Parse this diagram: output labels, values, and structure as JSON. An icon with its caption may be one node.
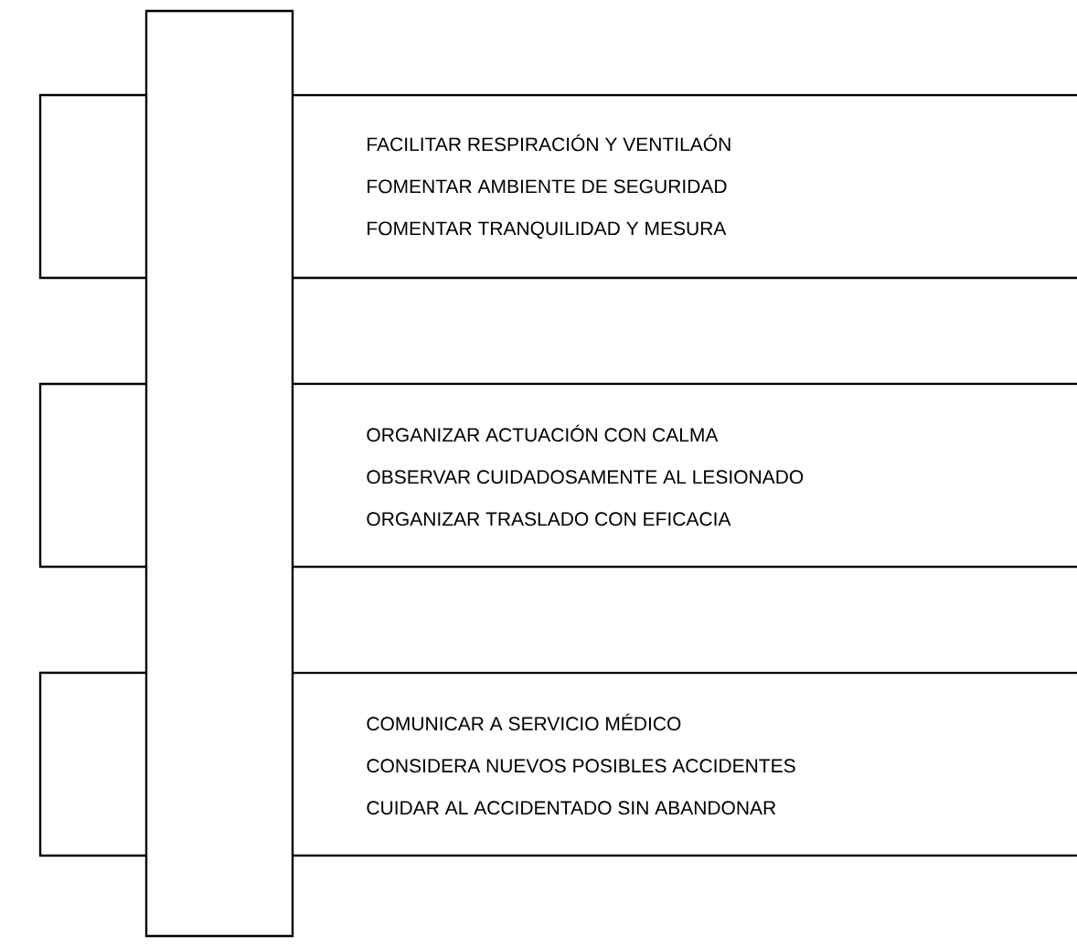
{
  "diagram": {
    "nodes": [
      {
        "text": [],
        "shape": "bar"
      },
      {
        "text": [
          "FACILITAR RESPIRACIÓN Y VENTILAÓN",
          "FOMENTAR AMBIENTE DE SEGURIDAD",
          "FOMENTAR TRANQUILIDAD Y MESURA"
        ]
      },
      {
        "text": [
          "ORGANIZAR ACTUACIÓN CON CALMA",
          "OBSERVAR CUIDADOSAMENTE AL LESIONADO",
          "ORGANIZAR TRASLADO CON EFICACIA"
        ]
      },
      {
        "text": [
          "COMUNICAR A SERVICIO MÉDICO",
          "CONSIDERA NUEVOS POSIBLES ACCIDENTES",
          "CUIDAR AL ACCIDENTADO SIN ABANDONAR"
        ]
      }
    ]
  }
}
